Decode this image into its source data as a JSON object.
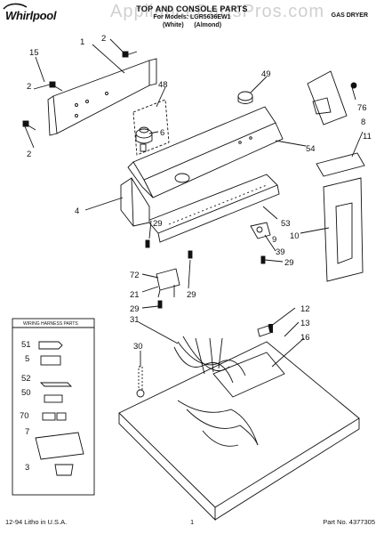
{
  "header": {
    "brand": "Whirlpool",
    "watermark": "AppliancePartsPros.com",
    "title": "TOP AND CONSOLE PARTS",
    "model": "For Models: LGR5636EW1",
    "variants_left": "(White)",
    "variants_right": "(Almond)",
    "category": "GAS DRYER"
  },
  "footer": {
    "litho": "12-94 Litho in U.S.A.",
    "page": "1",
    "part_no": "Part No. 4377305"
  },
  "kit": {
    "title": "WIRING HARNESS PARTS"
  },
  "callouts": {
    "c1": "1",
    "c2a": "2",
    "c15": "15",
    "c2b": "2",
    "c2c": "2",
    "c48": "48",
    "c6": "6",
    "c49": "49",
    "c76": "76",
    "c8": "8",
    "c54": "54",
    "c11": "11",
    "c4": "4",
    "c29a": "29",
    "c53": "53",
    "c10": "10",
    "c9": "9",
    "c39": "39",
    "c29b": "29",
    "c72": "72",
    "c21": "21",
    "c29c": "29",
    "c29d": "29",
    "c31": "31",
    "c12": "12",
    "c13": "13",
    "c16": "16",
    "c30": "30",
    "c51": "51",
    "c5": "5",
    "c52": "52",
    "c50": "50",
    "c70": "70",
    "c7": "7",
    "c3": "3"
  }
}
